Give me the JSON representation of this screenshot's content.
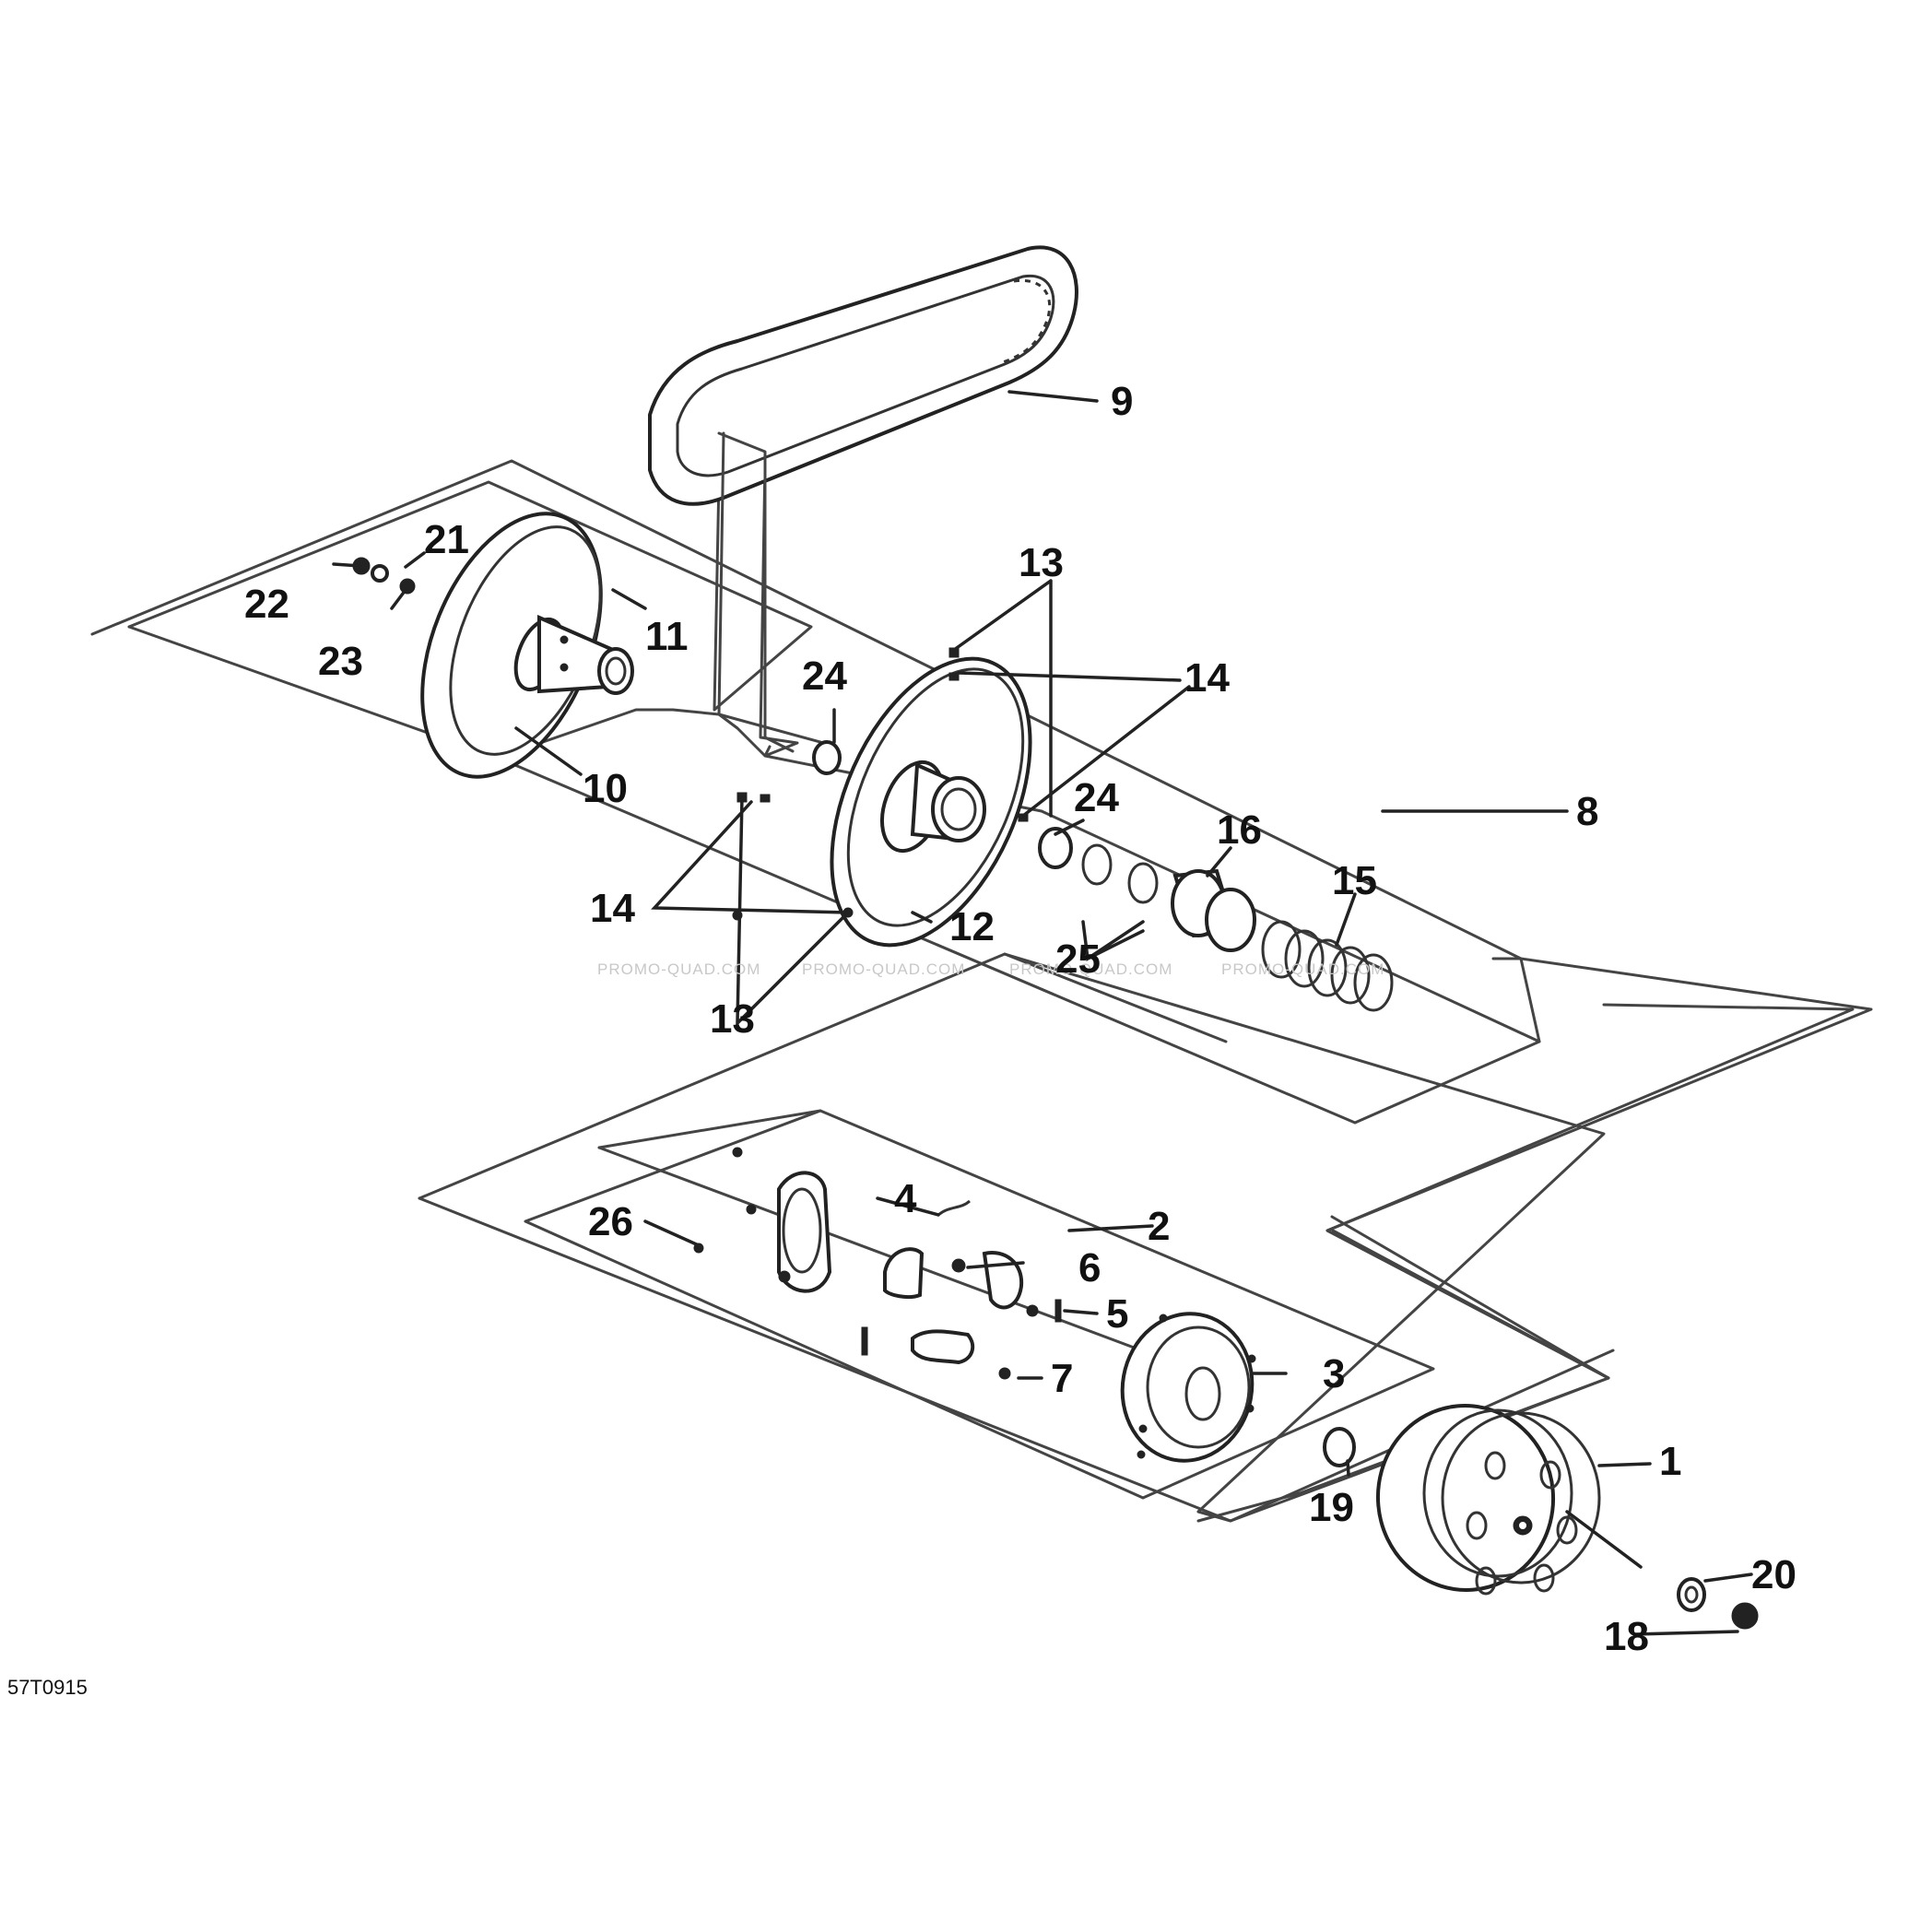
{
  "reference_code": "57T0915",
  "watermark": "PROMO-QUAD.COM",
  "callouts": {
    "c1": "1",
    "c2": "2",
    "c3": "3",
    "c4": "4",
    "c5": "5",
    "c6": "6",
    "c7": "7",
    "c8": "8",
    "c9": "9",
    "c10": "10",
    "c11": "11",
    "c12": "12",
    "c13": "13",
    "c14": "14",
    "c15": "15",
    "c16": "16",
    "c18": "18",
    "c19": "19",
    "c20": "20",
    "c21": "21",
    "c22": "22",
    "c23": "23",
    "c24": "24",
    "c25": "25",
    "c26": "26"
  }
}
